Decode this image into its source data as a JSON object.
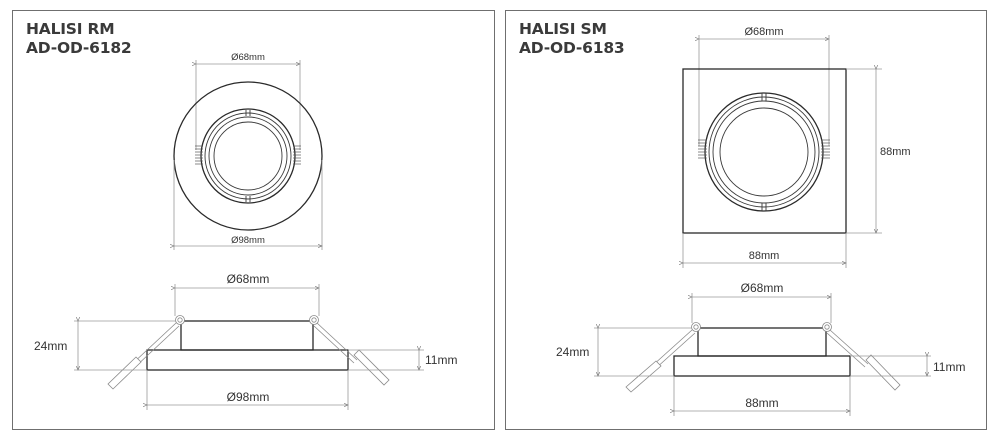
{
  "panels": [
    {
      "id": "halisi-rm",
      "title_line1": "HALISI RM",
      "title_line2": "AD-OD-6182",
      "top_view": {
        "shape": "round",
        "cutout_label": "Ø68mm",
        "outer_label": "Ø98mm"
      },
      "side_view": {
        "cutout_label": "Ø68mm",
        "height_label": "24mm",
        "flange_label": "11mm",
        "width_label": "Ø98mm"
      }
    },
    {
      "id": "halisi-sm",
      "title_line1": "HALISI SM",
      "title_line2": "AD-OD-6183",
      "top_view": {
        "shape": "square",
        "cutout_label": "Ø68mm",
        "width_label": "88mm",
        "height_label": "88mm"
      },
      "side_view": {
        "cutout_label": "Ø68mm",
        "height_label": "24mm",
        "flange_label": "11mm",
        "width_label": "88mm"
      }
    }
  ],
  "colors": {
    "border": "#6f6f6f",
    "line": "#2a2a2a",
    "dimension": "#9a9a9a",
    "text": "#333333"
  }
}
